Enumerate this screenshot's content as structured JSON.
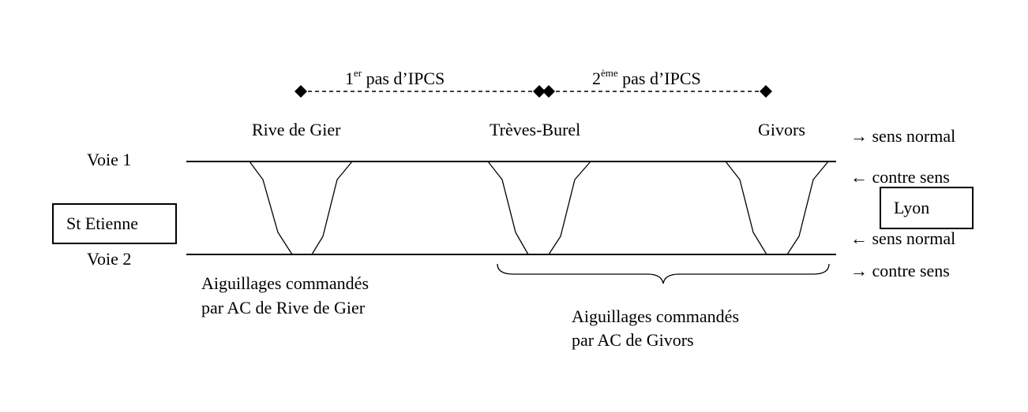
{
  "ipcs": {
    "step1": {
      "num": "1",
      "sup": "er",
      "text": " pas d’IPCS"
    },
    "step2": {
      "num": "2",
      "sup": "ème",
      "text": " pas d’IPCS"
    }
  },
  "stations": {
    "rive": "Rive de Gier",
    "treves": "Trèves-Burel",
    "givors": "Givors"
  },
  "tracks": {
    "voie1": "Voie 1",
    "voie2": "Voie 2"
  },
  "ends": {
    "left": "St Etienne",
    "right": "Lyon"
  },
  "directions": {
    "v1_top": "→ sens normal",
    "v1_bottom": "← contre sens",
    "v2_top": "← sens normal",
    "v2_bottom": "→ contre sens"
  },
  "notes": {
    "rive_line1": "Aiguillages commandés",
    "rive_line2": "par AC de Rive de Gier",
    "givors_line1": "Aiguillages commandés",
    "givors_line2": "par AC de Givors"
  }
}
